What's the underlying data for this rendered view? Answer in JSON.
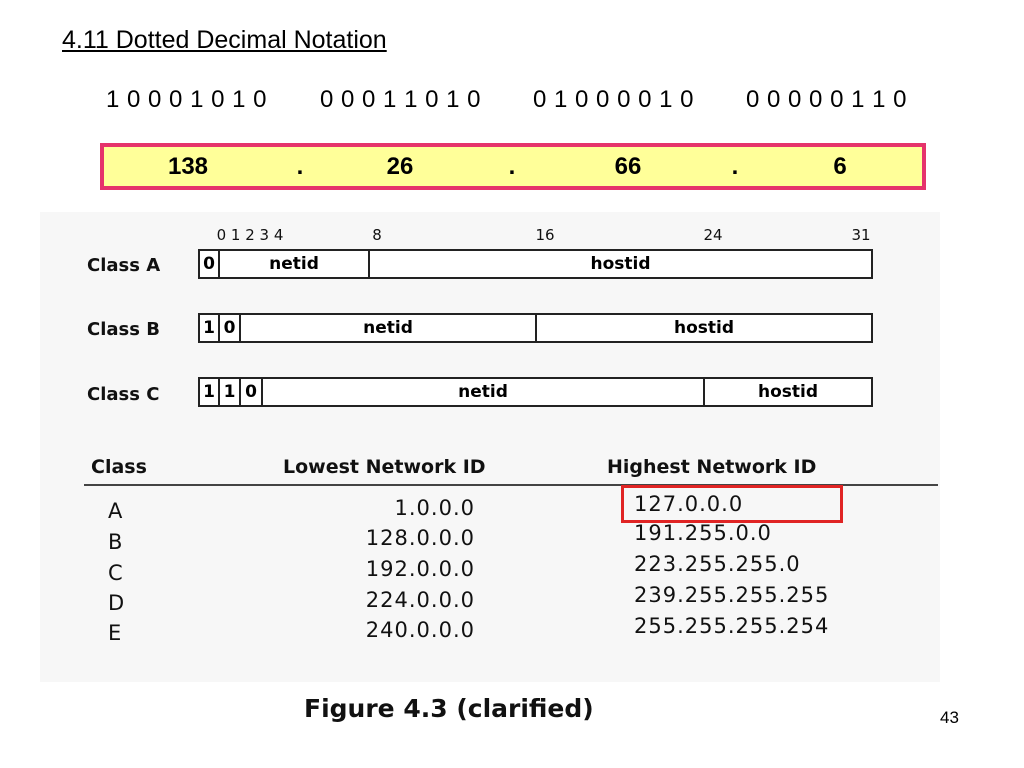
{
  "title": "4.11 Dotted Decimal Notation",
  "binary_octets": [
    "1 0 0 0 1 0 1 0",
    "0 0 0 1 1 0 1 0",
    "0 1 0 0 0 0 1 0",
    "0 0 0 0 0 1 1 0"
  ],
  "dotted_decimal": {
    "octets": [
      "138",
      "26",
      "66",
      "6"
    ],
    "separator": ".",
    "colors": {
      "fill": "#ffff99",
      "border": "#e5336b"
    }
  },
  "figure": {
    "bit_positions": [
      "0 1 2 3 4",
      "8",
      "16",
      "24",
      "31"
    ],
    "classes": [
      {
        "label": "Class A",
        "cells": [
          "0",
          "netid",
          "hostid"
        ]
      },
      {
        "label": "Class B",
        "cells": [
          "1",
          "0",
          "netid",
          "hostid"
        ]
      },
      {
        "label": "Class C",
        "cells": [
          "1",
          "1",
          "0",
          "netid",
          "hostid"
        ]
      }
    ],
    "table": {
      "headers": [
        "Class",
        "Lowest Network ID",
        "Highest Network ID"
      ],
      "rows": [
        {
          "class": "A",
          "lowest": "1.0.0.0",
          "highest": "127.0.0.0"
        },
        {
          "class": "B",
          "lowest": "128.0.0.0",
          "highest": "191.255.0.0"
        },
        {
          "class": "C",
          "lowest": "192.0.0.0",
          "highest": "223.255.255.0"
        },
        {
          "class": "D",
          "lowest": "224.0.0.0",
          "highest": "239.255.255.255"
        },
        {
          "class": "E",
          "lowest": "240.0.0.0",
          "highest": "255.255.255.254"
        }
      ],
      "highlight_color": "#e02424"
    },
    "caption": "Figure 4.3 (clarified)"
  },
  "page_number": "43"
}
